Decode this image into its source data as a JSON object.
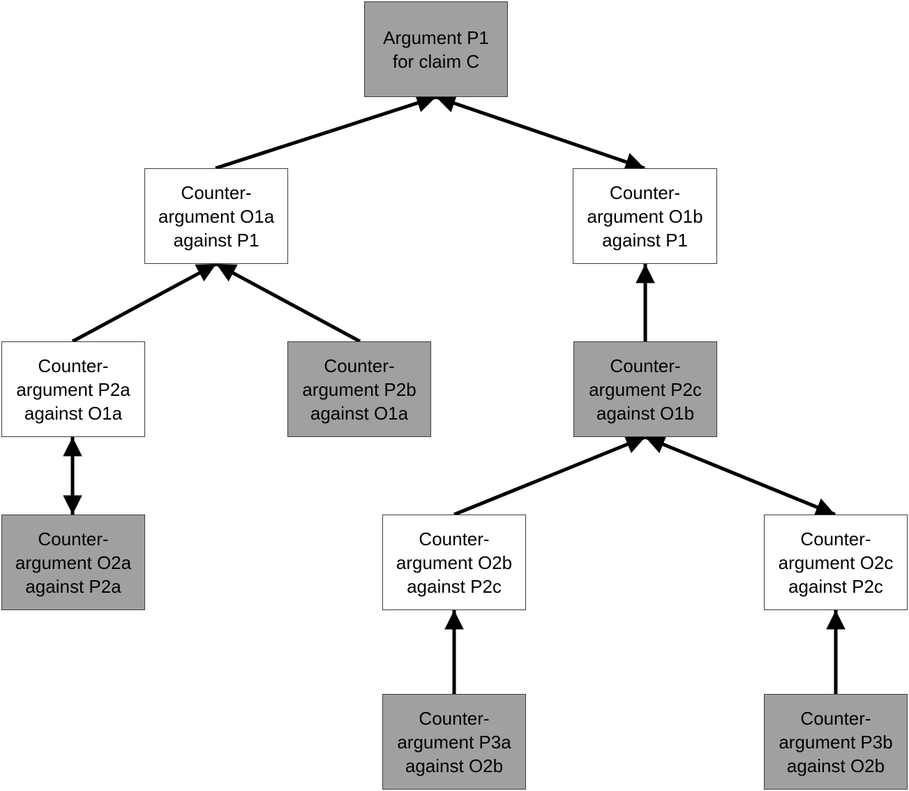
{
  "nodes": {
    "p1": {
      "lines": [
        "Argument P1",
        "for claim C"
      ],
      "fill": "#a0a0a0"
    },
    "o1a": {
      "lines": [
        "Counter-",
        "argument O1a",
        "against P1"
      ],
      "fill": "#ffffff"
    },
    "o1b": {
      "lines": [
        "Counter-",
        "argument O1b",
        "against P1"
      ],
      "fill": "#ffffff"
    },
    "p2a": {
      "lines": [
        "Counter-",
        "argument P2a",
        "against O1a"
      ],
      "fill": "#ffffff"
    },
    "p2b": {
      "lines": [
        "Counter-",
        "argument P2b",
        "against O1a"
      ],
      "fill": "#a0a0a0"
    },
    "p2c": {
      "lines": [
        "Counter-",
        "argument P2c",
        "against O1b"
      ],
      "fill": "#a0a0a0"
    },
    "o2a": {
      "lines": [
        "Counter-",
        "argument O2a",
        "against P2a"
      ],
      "fill": "#a0a0a0"
    },
    "o2b": {
      "lines": [
        "Counter-",
        "argument O2b",
        "against P2c"
      ],
      "fill": "#ffffff"
    },
    "o2c": {
      "lines": [
        "Counter-",
        "argument O2c",
        "against P2c"
      ],
      "fill": "#ffffff"
    },
    "p3a": {
      "lines": [
        "Counter-",
        "argument P3a",
        "against O2b"
      ],
      "fill": "#a0a0a0"
    },
    "p3b": {
      "lines": [
        "Counter-",
        "argument P3b",
        "against O2b"
      ],
      "fill": "#a0a0a0"
    }
  },
  "edges": [
    {
      "from": "o1a",
      "to": "p1",
      "direction": "one-way"
    },
    {
      "from": "o1b",
      "to": "p1",
      "direction": "two-way"
    },
    {
      "from": "p2a",
      "to": "o1a",
      "direction": "one-way"
    },
    {
      "from": "p2b",
      "to": "o1a",
      "direction": "one-way"
    },
    {
      "from": "p2c",
      "to": "o1b",
      "direction": "one-way"
    },
    {
      "from": "o2a",
      "to": "p2a",
      "direction": "two-way"
    },
    {
      "from": "o2b",
      "to": "p2c",
      "direction": "one-way"
    },
    {
      "from": "o2c",
      "to": "p2c",
      "direction": "two-way"
    },
    {
      "from": "p3a",
      "to": "o2b",
      "direction": "one-way"
    },
    {
      "from": "p3b",
      "to": "o2c",
      "direction": "one-way"
    }
  ]
}
